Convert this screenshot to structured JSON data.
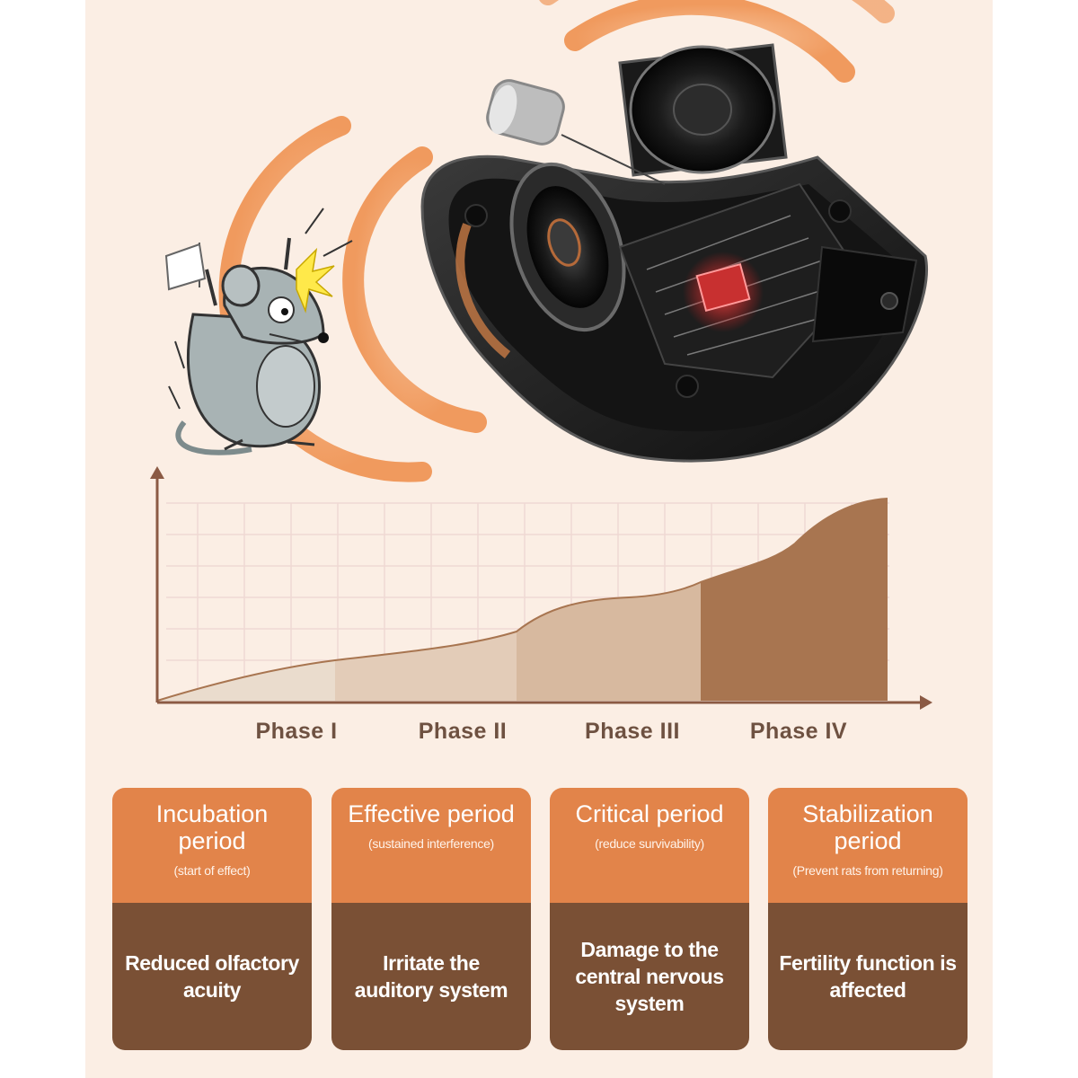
{
  "chart_data": {
    "type": "area",
    "categories": [
      "Phase I",
      "Phase II",
      "Phase III",
      "Phase IV"
    ],
    "title": "",
    "xlabel": "",
    "ylabel": "",
    "grid": true,
    "axes_arrows": true,
    "colors": {
      "fill_phase_1": "#eadccd",
      "fill_phase_2": "#e3ccb8",
      "fill_phase_3": "#d7b99f",
      "fill_phase_4": "#a87550",
      "axis": "#8b5a44",
      "grid": "#efd9d3"
    }
  },
  "cards": [
    {
      "title": "Incubation period",
      "subtitle": "(start of effect)",
      "description": "Reduced olfactory acuity"
    },
    {
      "title": "Effective period",
      "subtitle": "(sustained interference)",
      "description": "Irritate the auditory system"
    },
    {
      "title": "Critical period",
      "subtitle": "(reduce survivability)",
      "description": "Damage to the central nervous system"
    },
    {
      "title": "Stabilization period",
      "subtitle": "(Prevent rats from returning)",
      "description": "Fertility function is affected"
    }
  ],
  "illustration": {
    "icons": [
      "cartoon-rat",
      "white-flag",
      "sound-waves",
      "ultrasonic-device",
      "speaker",
      "circuit-board"
    ],
    "colors": {
      "background": "#fbeee4",
      "wave": "#f1a46a",
      "card_top": "#e2844a",
      "card_bottom": "#7a5035",
      "label_text": "#6e5141"
    }
  }
}
